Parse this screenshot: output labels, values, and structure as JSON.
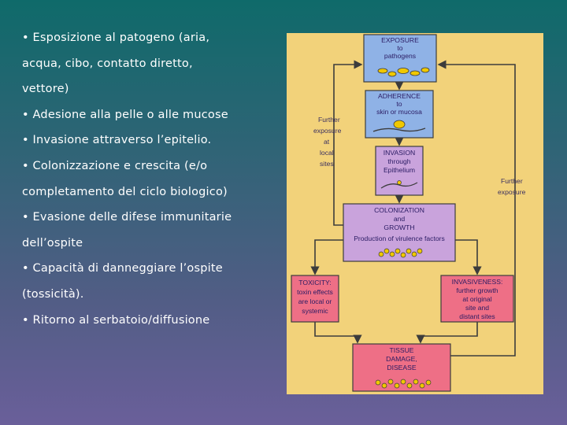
{
  "bullets": [
    "• Esposizione al patogeno (aria,",
    "acqua, cibo, contatto diretto,",
    "vettore)",
    "• Adesione alla pelle o alle mucose",
    "• Invasione attraverso l’epitelio.",
    "• Colonizzazione e crescita (e/o",
    "completamento del ciclo biologico)",
    "• Evasione delle difese immunitarie",
    "dell’ospite",
    "• Capacità di danneggiare l’ospite",
    "(tossicità).",
    "• Ritorno al serbatoio/diffusione"
  ],
  "diagram": {
    "boxes": {
      "exposure": [
        "EXPOSURE",
        "to",
        "pathogens"
      ],
      "adherence": [
        "ADHERENCE",
        "to",
        "skin or mucosa"
      ],
      "invasion": [
        "INVASION",
        "through",
        "Epithelium"
      ],
      "colonization": [
        "COLONIZATION",
        "and",
        "GROWTH",
        "Production of virulence factors"
      ],
      "toxicity": [
        "TOXICITY:",
        "toxin effects",
        "are local or",
        "systemic"
      ],
      "invasiveness": [
        "INVASIVENESS:",
        "further growth",
        "at original",
        "site and",
        "distant sites"
      ],
      "damage": [
        "TISSUE",
        "DAMAGE,",
        "DISEASE"
      ]
    },
    "side_labels": {
      "further_local": [
        "Further",
        "exposure",
        "at",
        "local",
        "sites"
      ],
      "further_right": [
        "Further",
        "exposure"
      ]
    },
    "colors": {
      "panel": "#f2d27a",
      "blue_box": "#8fb2e6",
      "purple_box": "#c9a3dc",
      "pink_box": "#ee6f86",
      "arrow": "#3c3c3c",
      "box_text": "#2a1b63"
    }
  }
}
